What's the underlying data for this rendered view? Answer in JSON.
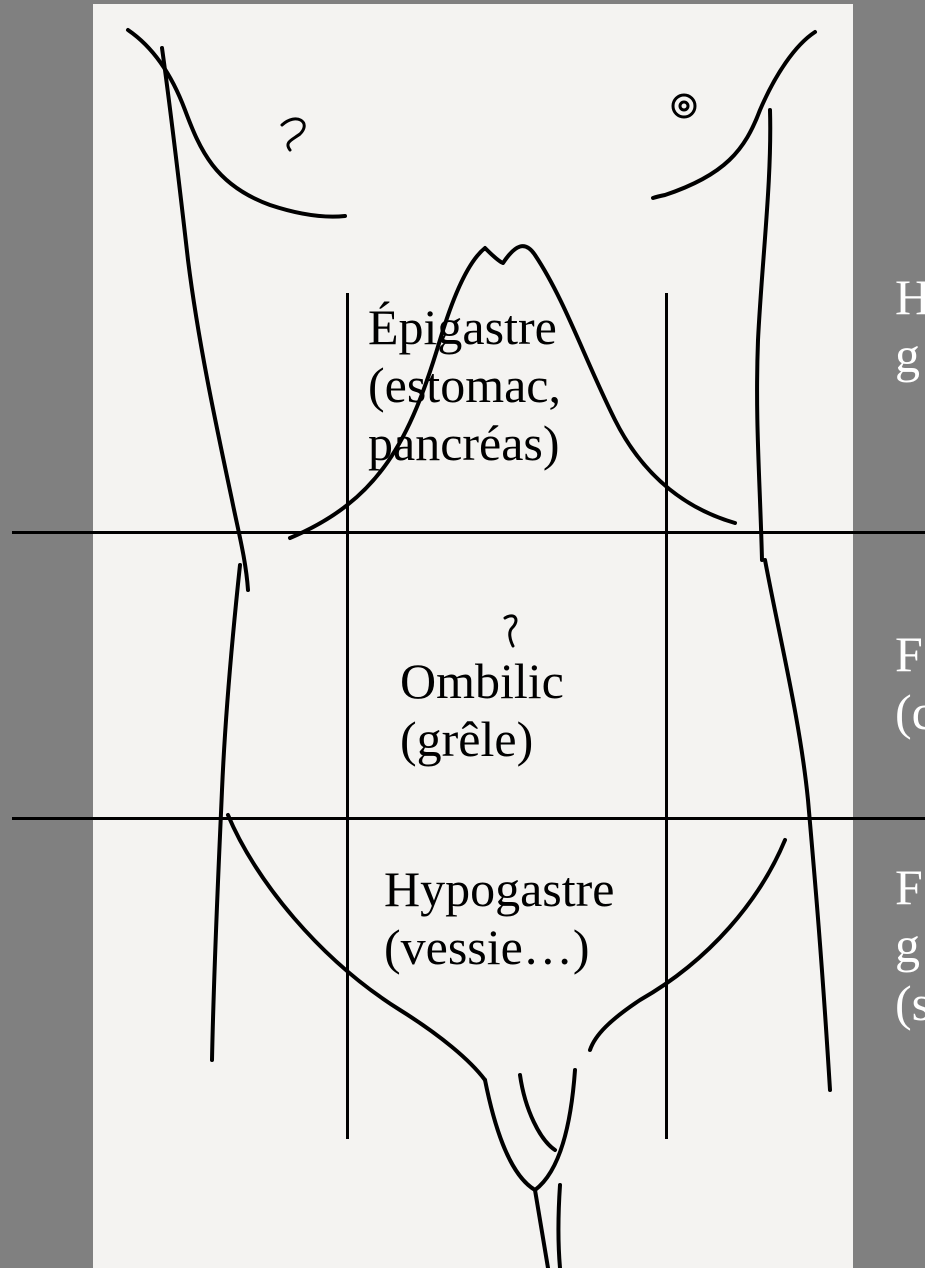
{
  "regions": {
    "epigastre": {
      "name": "Épigastre",
      "line2": "(estomac,",
      "line3": "pancréas)"
    },
    "ombilic": {
      "name": "Ombilic",
      "line2": "(grêle)"
    },
    "hypogastre": {
      "name": "Hypogastre",
      "line2": "(vessie…)"
    }
  },
  "right_column": {
    "upper": {
      "line1": "H",
      "line2": "g"
    },
    "middle": {
      "line1": "F",
      "line2": "(c"
    },
    "lower": {
      "line1": "F",
      "line2": "g",
      "line3": "(s"
    }
  },
  "colors": {
    "background": "#808080",
    "paper": "#f4f3f1",
    "ink": "#000000",
    "side_text": "#ffffff"
  }
}
